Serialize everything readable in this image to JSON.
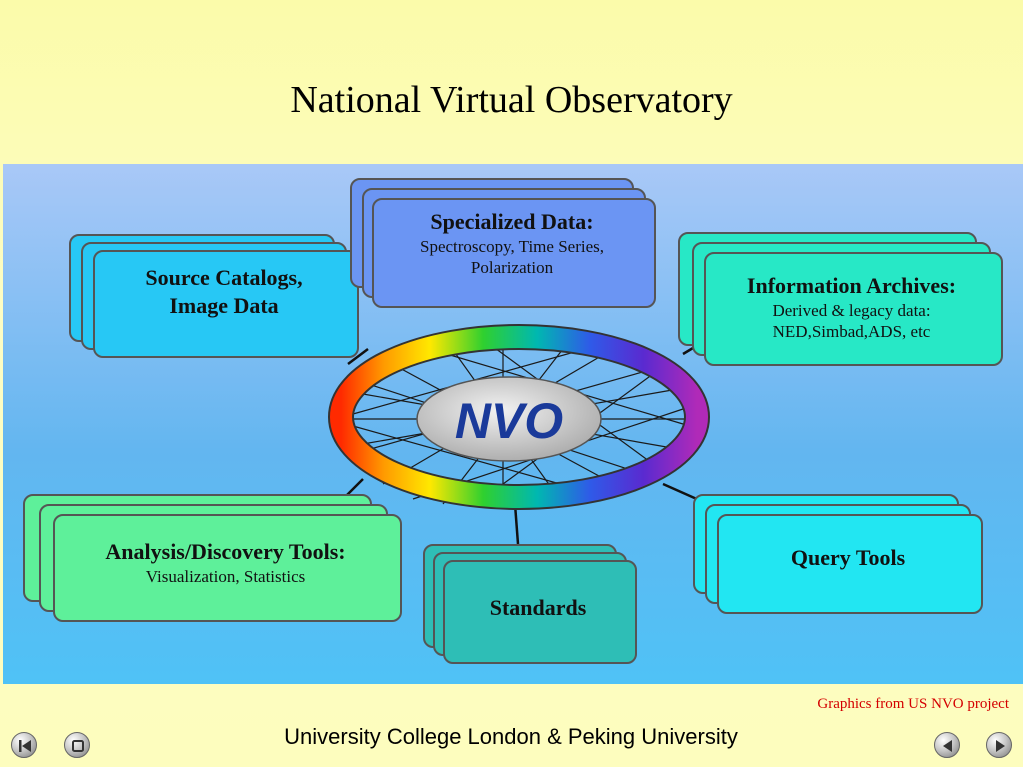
{
  "slide": {
    "title": "National Virtual Observatory",
    "credit": "Graphics from US NVO project",
    "footer": "University College London & Peking University"
  },
  "diagram": {
    "center_label": "NVO",
    "boxes": {
      "source_catalogs": {
        "head": "Source Catalogs,",
        "head2": "Image Data"
      },
      "specialized_data": {
        "head": "Specialized Data:",
        "sub": "Spectroscopy, Time Series,",
        "sub2": "Polarization"
      },
      "information_archives": {
        "head": "Information Archives:",
        "sub": "Derived & legacy data:",
        "sub2": "NED,Simbad,ADS, etc"
      },
      "analysis_tools": {
        "head": "Analysis/Discovery Tools:",
        "sub": "Visualization, Statistics"
      },
      "standards": {
        "head": "Standards"
      },
      "query_tools": {
        "head": "Query Tools"
      }
    },
    "colors": {
      "source_catalogs": "#27c8f5",
      "specialized_data": "#6b95f3",
      "information_archives": "#27e8c6",
      "analysis_tools": "#5ef09a",
      "standards": "#2ebeb6",
      "query_tools": "#22e6f2"
    }
  },
  "nav": {
    "first": "nav-first",
    "home": "nav-home",
    "prev": "nav-prev",
    "next": "nav-next"
  }
}
